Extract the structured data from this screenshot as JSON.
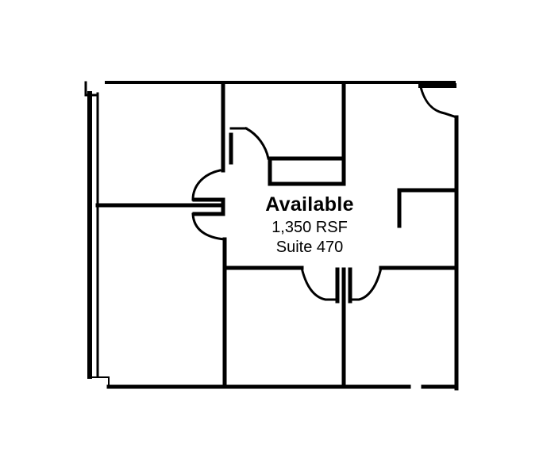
{
  "floorplan": {
    "status_label": "Available",
    "area_label": "1,350 RSF",
    "suite_label": "Suite 470",
    "wall_color": "#000000",
    "background_color": "#ffffff",
    "rooms": [
      {
        "id": "office-top-left"
      },
      {
        "id": "office-bottom-left"
      },
      {
        "id": "office-top-middle"
      },
      {
        "id": "office-top-right"
      },
      {
        "id": "reception"
      },
      {
        "id": "office-bottom-middle"
      },
      {
        "id": "office-bottom-right"
      },
      {
        "id": "closet-right"
      }
    ]
  }
}
